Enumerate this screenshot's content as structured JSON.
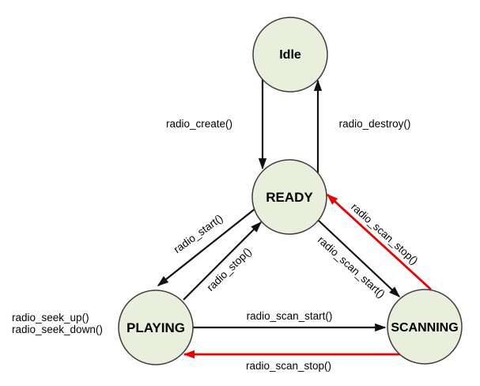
{
  "diagram_type": "state-machine",
  "colors": {
    "state_fill": "#eaeedc",
    "state_stroke": "#3d3d3d",
    "line": "#111111",
    "red": "#ee0000",
    "text": "#000000"
  },
  "states": {
    "idle": {
      "label": "Idle"
    },
    "ready": {
      "label": "READY"
    },
    "playing": {
      "label": "PLAYING"
    },
    "scanning": {
      "label": "SCANNING"
    }
  },
  "transitions": {
    "create": {
      "label": "radio_create()",
      "from": "Idle",
      "to": "READY",
      "color": "#111111"
    },
    "destroy": {
      "label": "radio_destroy()",
      "from": "READY",
      "to": "Idle",
      "color": "#111111"
    },
    "start": {
      "label": "radio_start()",
      "from": "READY",
      "to": "PLAYING",
      "color": "#111111"
    },
    "stop": {
      "label": "radio_stop()",
      "from": "PLAYING",
      "to": "READY",
      "color": "#111111"
    },
    "scan_start_diagonal": {
      "label": "radio_scan_start()",
      "from": "READY",
      "to": "SCANNING",
      "color": "#111111"
    },
    "scan_stop_diagonal": {
      "label": "radio_scan_stop()",
      "from": "SCANNING",
      "to": "READY",
      "color": "#ee0000"
    },
    "scan_start_horizontal": {
      "label": "radio_scan_start()",
      "from": "PLAYING",
      "to": "SCANNING",
      "color": "#111111"
    },
    "scan_stop_horizontal": {
      "label": "radio_scan_stop()",
      "from": "SCANNING",
      "to": "PLAYING",
      "color": "#ee0000"
    }
  },
  "playing_side_events": [
    "radio_seek_up()",
    "radio_seek_down()"
  ]
}
